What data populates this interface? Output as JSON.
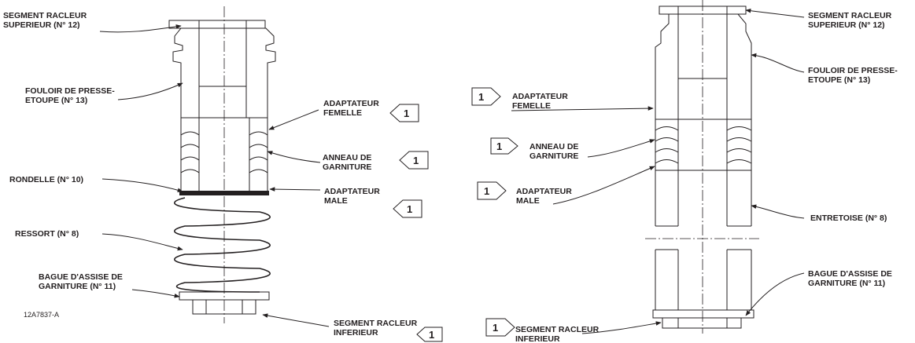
{
  "left": {
    "labels": {
      "wiper_top": [
        "SEGMENT RACLEUR",
        "SUPERIEUR (N° 12)"
      ],
      "follower": [
        "FOULOIR DE PRESSE-",
        "ETOUPE (N° 13)"
      ],
      "female_adaptor": [
        "ADAPTATEUR",
        "FEMELLE"
      ],
      "packing_ring": [
        "ANNEAU DE",
        "GARNITURE"
      ],
      "washer": [
        "RONDELLE (N° 10)"
      ],
      "male_adaptor": [
        "ADAPTATEUR",
        "MALE"
      ],
      "spring": [
        "RESSORT (N° 8)"
      ],
      "box_ring": [
        "BAGUE D'ASSISE DE",
        "GARNITURE (N° 11)"
      ],
      "wiper_bottom": [
        "SEGMENT RACLEUR",
        "INFERIEUR"
      ]
    },
    "drawing_number": "12A7837-A",
    "flags": [
      "1",
      "1",
      "1",
      "1"
    ]
  },
  "right": {
    "labels": {
      "wiper_top": [
        "SEGMENT RACLEUR",
        "SUPERIEUR (N° 12)"
      ],
      "follower": [
        "FOULOIR DE PRESSE-",
        "ETOUPE (N° 13)"
      ],
      "female_adaptor": [
        "ADAPTATEUR",
        "FEMELLE"
      ],
      "packing_ring": [
        "ANNEAU DE",
        "GARNITURE"
      ],
      "male_adaptor": [
        "ADAPTATEUR",
        "MALE"
      ],
      "spacer": [
        "ENTRETOISE (N° 8)"
      ],
      "box_ring": [
        "BAGUE D'ASSISE DE",
        "GARNITURE (N° 11)"
      ],
      "wiper_bottom": [
        "SEGMENT RACLEUR",
        "INFERIEUR"
      ]
    },
    "flags": [
      "1",
      "1",
      "1",
      "1"
    ]
  }
}
